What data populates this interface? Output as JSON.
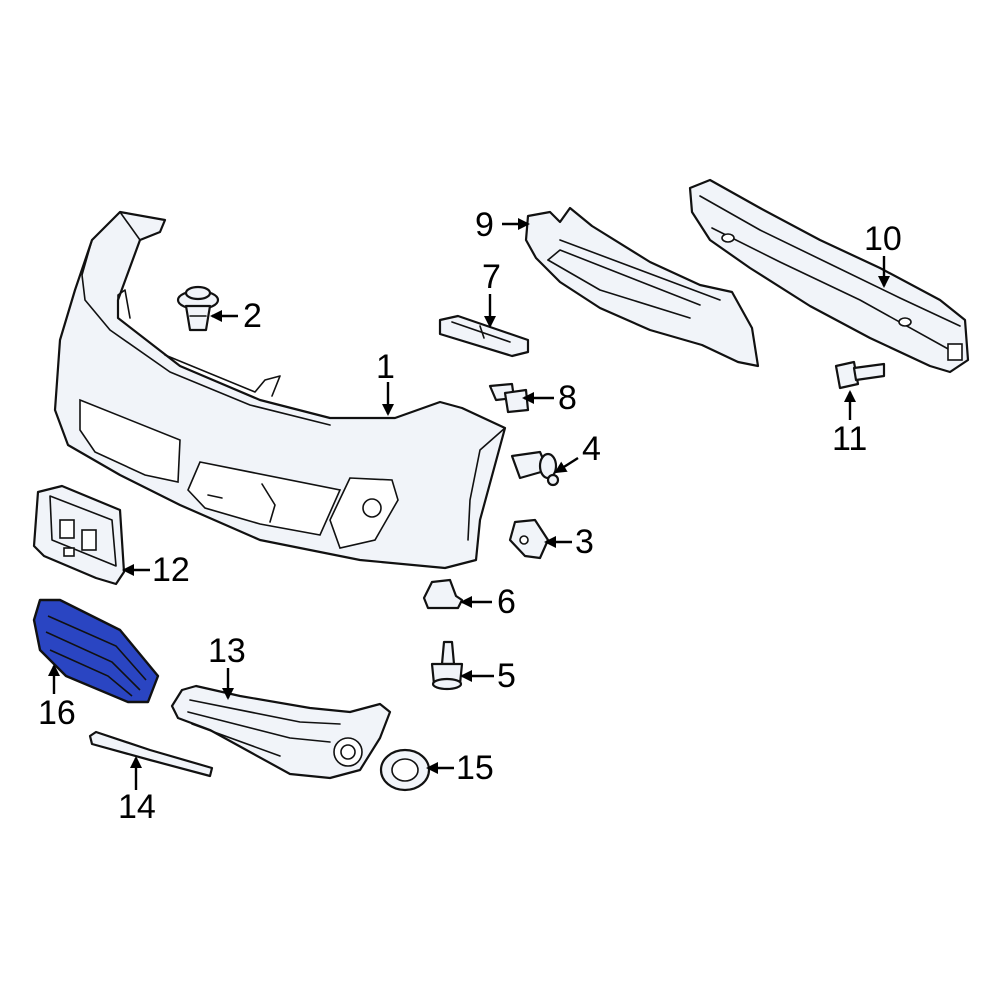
{
  "diagram": {
    "highlight_color": "#2a45c2",
    "line_color": "#111111",
    "part_fill": "#f1f4f9",
    "callouts": {
      "c1": "1",
      "c2": "2",
      "c3": "3",
      "c4": "4",
      "c5": "5",
      "c6": "6",
      "c7": "7",
      "c8": "8",
      "c9": "9",
      "c10": "10",
      "c11": "11",
      "c12": "12",
      "c13": "13",
      "c14": "14",
      "c15": "15",
      "c16": "16"
    }
  }
}
